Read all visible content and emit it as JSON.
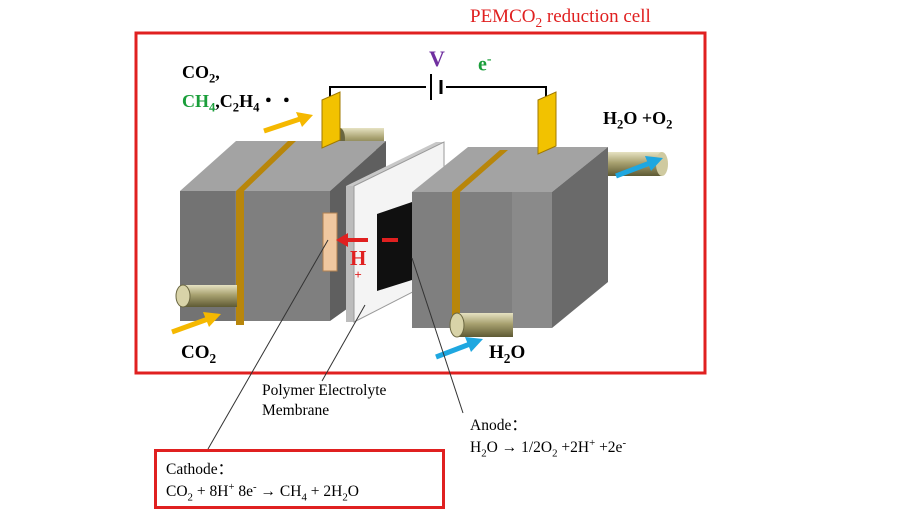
{
  "title": {
    "text": "PEMCO",
    "sub": "2",
    "suffix": " reduction cell"
  },
  "voltage": {
    "label": "V",
    "color": "#7030a0"
  },
  "electron": {
    "label": "e",
    "sup": "-",
    "color": "#1a9e3a"
  },
  "cathode_side": {
    "products_line1": {
      "text": "CO",
      "sub": "2",
      "suffix": ","
    },
    "products_line2": {
      "ch4": "CH",
      "ch4_sub": "4",
      "c2h4": ",C",
      "c2h4_sub1": "2",
      "c2h4_mid": "H",
      "c2h4_sub2": "4",
      "dots": "・・"
    },
    "input": {
      "text": "CO",
      "sub": "2"
    }
  },
  "anode_side": {
    "products": {
      "h2": "H",
      "h2_sub": "2",
      "o": "O +O",
      "o_sub": "2"
    },
    "input": {
      "h": "H",
      "sub": "2",
      "o": "O"
    }
  },
  "proton": {
    "label": "H",
    "sup": "+"
  },
  "membrane_label": "Polymer Electrolyte Membrane",
  "anode": {
    "label": "Anode：",
    "equation": {
      "a": "H",
      "a_sub": "2",
      "b": "O → 1/2O",
      "b_sub": "2",
      "c": " +2H",
      "c_sup": "+",
      "d": " +2e",
      "d_sup": "-"
    }
  },
  "cathode": {
    "label": "Cathode：",
    "equation": {
      "a": "CO",
      "a_sub": "2",
      "b": " + 8H",
      "b_sup": "+",
      "c": " 8e",
      "c_sup": "-",
      "d": " → CH",
      "d_sub": "4",
      "e": " + 2H",
      "e_sub": "2",
      "f": "O"
    }
  },
  "colors": {
    "frame_red": "#e02020",
    "electrode_gray": "#808080",
    "gold_plate": "#e8b800",
    "arrow_yellow": "#f5b800",
    "arrow_blue": "#1ea7e0",
    "proton_red": "#e02020"
  }
}
